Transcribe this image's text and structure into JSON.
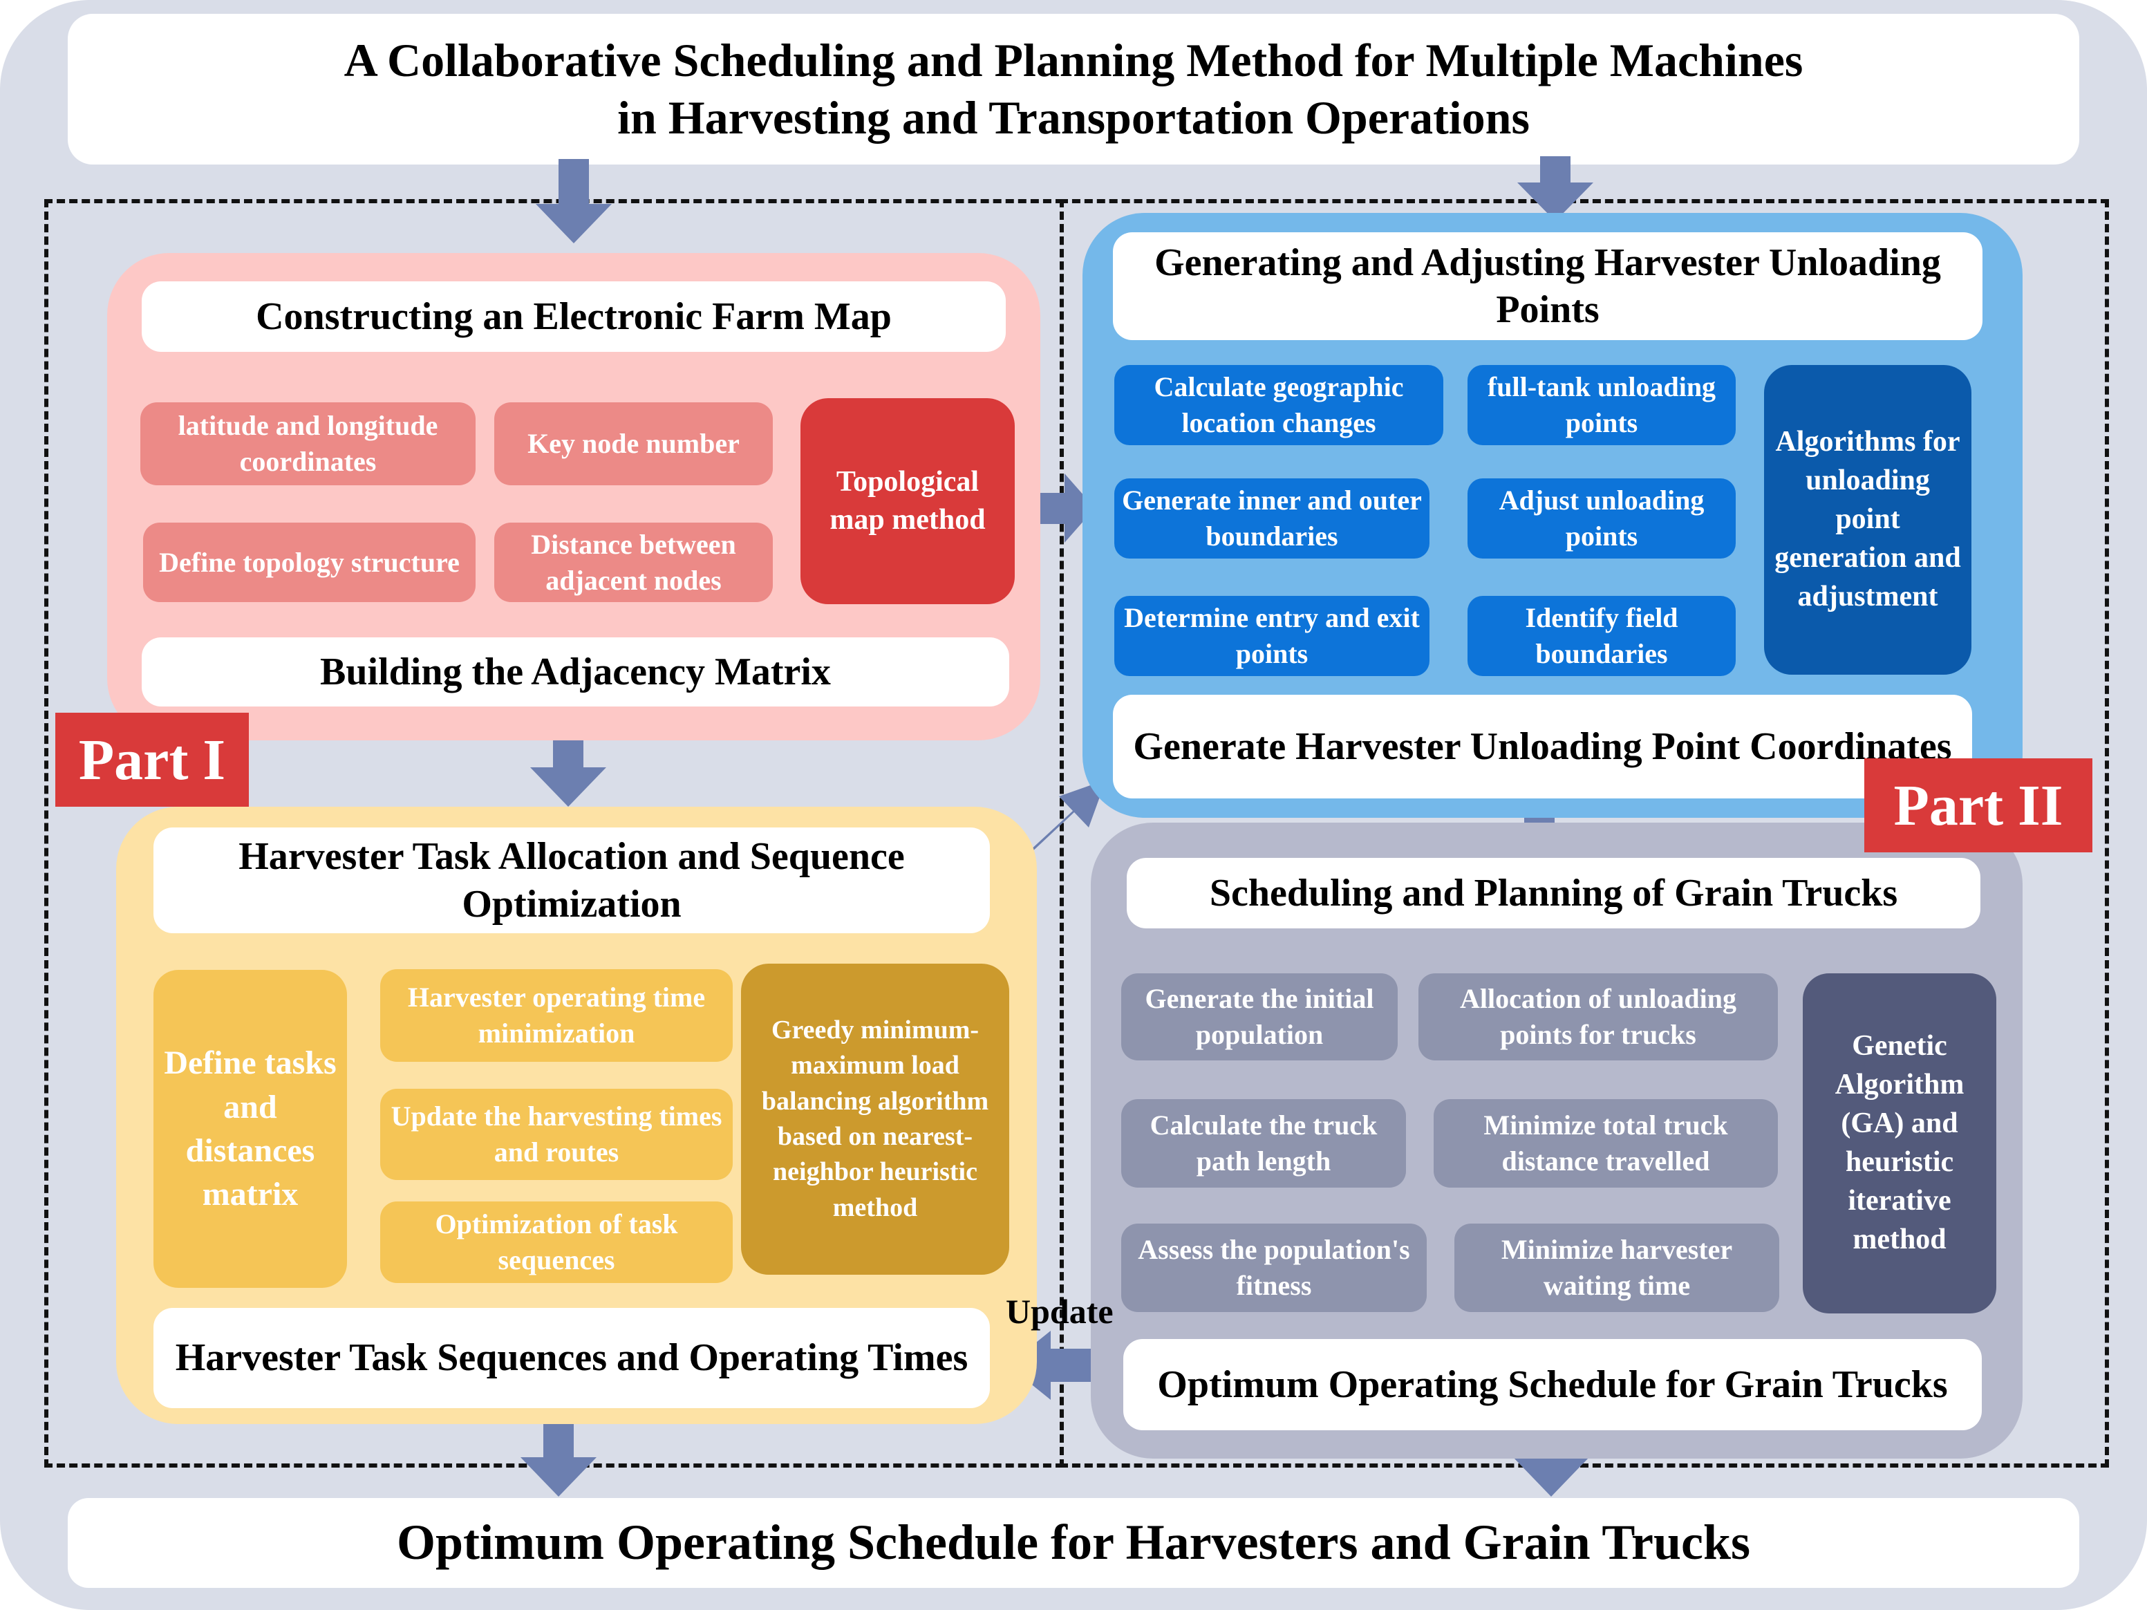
{
  "title": {
    "line1": "A Collaborative Scheduling and Planning Method for Multiple Machines",
    "line2": "in Harvesting and Transportation Operations"
  },
  "final": "Optimum Operating Schedule for Harvesters and Grain Trucks",
  "part_labels": {
    "part1": "Part I",
    "part2": "Part II"
  },
  "map_section": {
    "header": "Constructing an Electronic Farm Map",
    "footer": "Building the Adjacency Matrix",
    "items": [
      "latitude and longitude coordinates",
      "Key node number",
      "Define topology structure",
      "Distance between adjacent nodes"
    ],
    "method": "Topological map method"
  },
  "unload_section": {
    "header": "Generating and Adjusting Harvester Unloading Points",
    "footer": "Generate Harvester Unloading Point Coordinates",
    "items": [
      "Calculate geographic location changes",
      "full-tank unloading points",
      "Generate inner and outer boundaries",
      "Adjust unloading points",
      "Determine entry and exit points",
      "Identify field boundaries"
    ],
    "method": "Algorithms for unloading point generation and adjustment"
  },
  "harvester_section": {
    "header": "Harvester Task Allocation and Sequence Optimization",
    "footer": "Harvester Task Sequences and Operating Times",
    "define": "Define tasks and distances matrix",
    "items": [
      "Harvester operating time minimization",
      "Update the harvesting times and routes",
      "Optimization of task sequences"
    ],
    "method": "Greedy minimum-maximum load balancing algorithm based on nearest-neighbor heuristic method"
  },
  "truck_section": {
    "header": "Scheduling and Planning of Grain Trucks",
    "footer": "Optimum Operating Schedule for Grain Trucks",
    "items": [
      "Generate the initial population",
      "Allocation of unloading points for trucks",
      "Calculate the truck path length",
      "Minimize total truck distance travelled",
      "Assess the population's fitness",
      "Minimize harvester waiting time"
    ],
    "method": "Genetic Algorithm (GA)  and heuristic iterative method"
  },
  "update_label": "Update",
  "colors": {
    "background": "#d9dde8",
    "pink_panel": "#fdc8c6",
    "pink_box": "#ec8a87",
    "red": "#d93a3a",
    "blue_panel": "#74b8ea",
    "blue_box": "#0d74d9",
    "dark_blue": "#0b5aab",
    "yellow_panel": "#fde2a5",
    "yellow_box": "#f5c556",
    "gold": "#cc9a2d",
    "gray_panel": "#b6b9cc",
    "gray_box": "#8e94ad",
    "navy": "#535a7b",
    "arrow": "#6c7fb0"
  }
}
